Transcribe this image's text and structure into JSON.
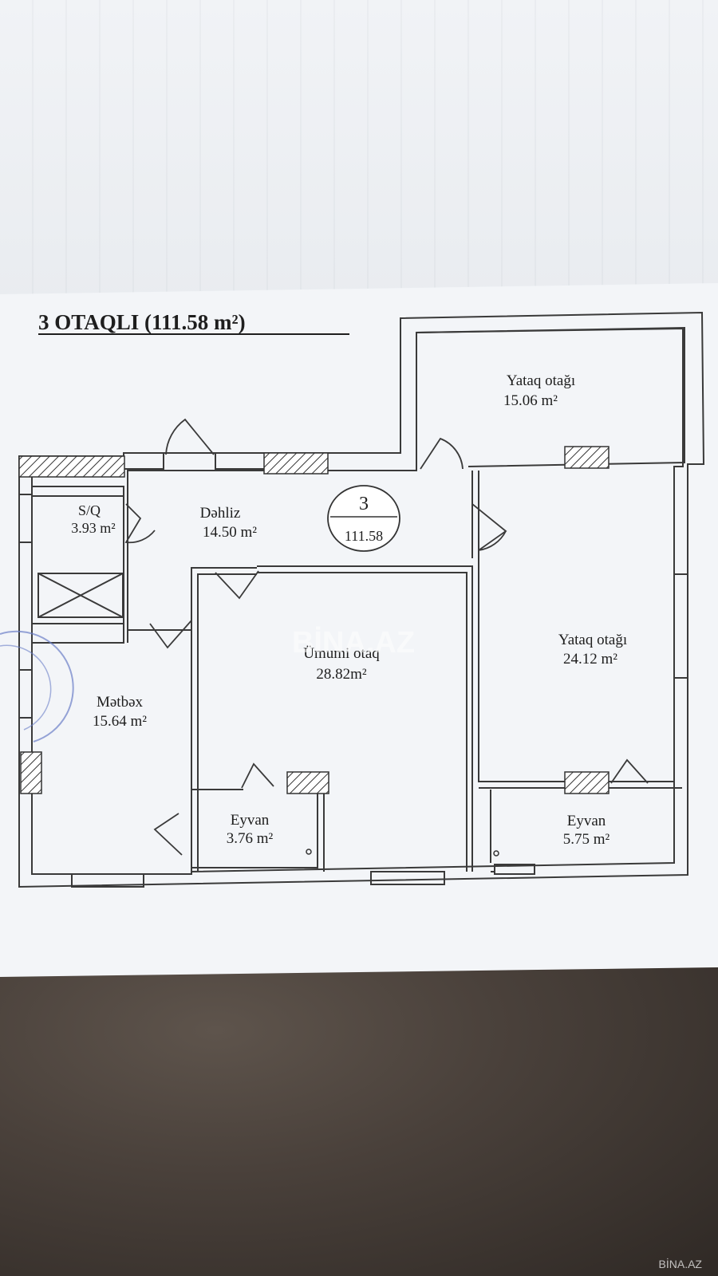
{
  "title": "3  OTAQLI (111.58 m²)",
  "badge": {
    "rooms": "3",
    "area": "111.58"
  },
  "rooms": {
    "bedroom_top": {
      "name": "Yataq otağı",
      "area": "15.06 m²"
    },
    "sq": {
      "name": "S/Q",
      "area": "3.93 m²"
    },
    "hallway": {
      "name": "Dəhliz",
      "area": "14.50 m²"
    },
    "living": {
      "name": "Ümumi otaq",
      "area": "28.82m²"
    },
    "bedroom_right": {
      "name": "Yataq otağı",
      "area": "24.12 m²"
    },
    "kitchen": {
      "name": "Mətbəx",
      "area": "15.64 m²"
    },
    "balcony_left": {
      "name": "Eyvan",
      "area": "3.76 m²"
    },
    "balcony_right": {
      "name": "Eyvan",
      "area": "5.75 m²"
    }
  },
  "watermark": "BİNA.AZ",
  "corner_watermark": "BİNA.AZ"
}
